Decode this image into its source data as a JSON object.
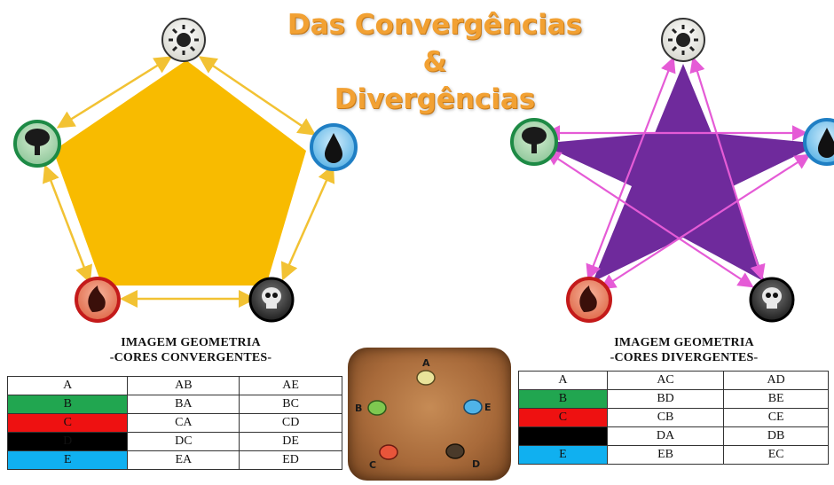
{
  "title": {
    "line1": "Das Convergências",
    "line2": "&",
    "line3": "Divergências"
  },
  "mana_icons": {
    "white": "sun-icon",
    "green": "tree-icon",
    "blue": "water-drop-icon",
    "red": "fire-icon",
    "black": "skull-icon"
  },
  "colors": {
    "pentagon_fill": "#f8bb00",
    "convergent_arrows": "#f2c233",
    "star_fill": "#6f2a9c",
    "divergent_arrows": "#e55bd6",
    "title": "#f2a133",
    "row_green": "#21a650",
    "row_red": "#ee1111",
    "row_black": "#000000",
    "row_blue": "#10b0f0"
  },
  "convergent": {
    "caption_line1": "IMAGEM GEOMETRIA",
    "caption_line2": "-CORES CONVERGENTES-",
    "rows": [
      {
        "label": "A",
        "c1": "AB",
        "c2": "AE",
        "color": "#ffffff"
      },
      {
        "label": "B",
        "c1": "BA",
        "c2": "BC",
        "color": "#21a650"
      },
      {
        "label": "C",
        "c1": "CA",
        "c2": "CD",
        "color": "#ee1111"
      },
      {
        "label": "D",
        "c1": "DC",
        "c2": "DE",
        "color": "#000000"
      },
      {
        "label": "E",
        "c1": "EA",
        "c2": "ED",
        "color": "#10b0f0"
      }
    ]
  },
  "divergent": {
    "caption_line1": "IMAGEM GEOMETRIA",
    "caption_line2": "-CORES DIVERGENTES-",
    "rows": [
      {
        "label": "A",
        "c1": "AC",
        "c2": "AD",
        "color": "#ffffff"
      },
      {
        "label": "B",
        "c1": "BD",
        "c2": "BE",
        "color": "#21a650"
      },
      {
        "label": "C",
        "c1": "CB",
        "c2": "CE",
        "color": "#ee1111"
      },
      {
        "label": "",
        "c1": "DA",
        "c2": "DB",
        "color": "#000000"
      },
      {
        "label": "E",
        "c1": "EB",
        "c2": "EC",
        "color": "#10b0f0"
      }
    ]
  },
  "color_wheel_labels": {
    "a": "A",
    "b": "B",
    "c": "C",
    "d": "D",
    "e": "E"
  }
}
